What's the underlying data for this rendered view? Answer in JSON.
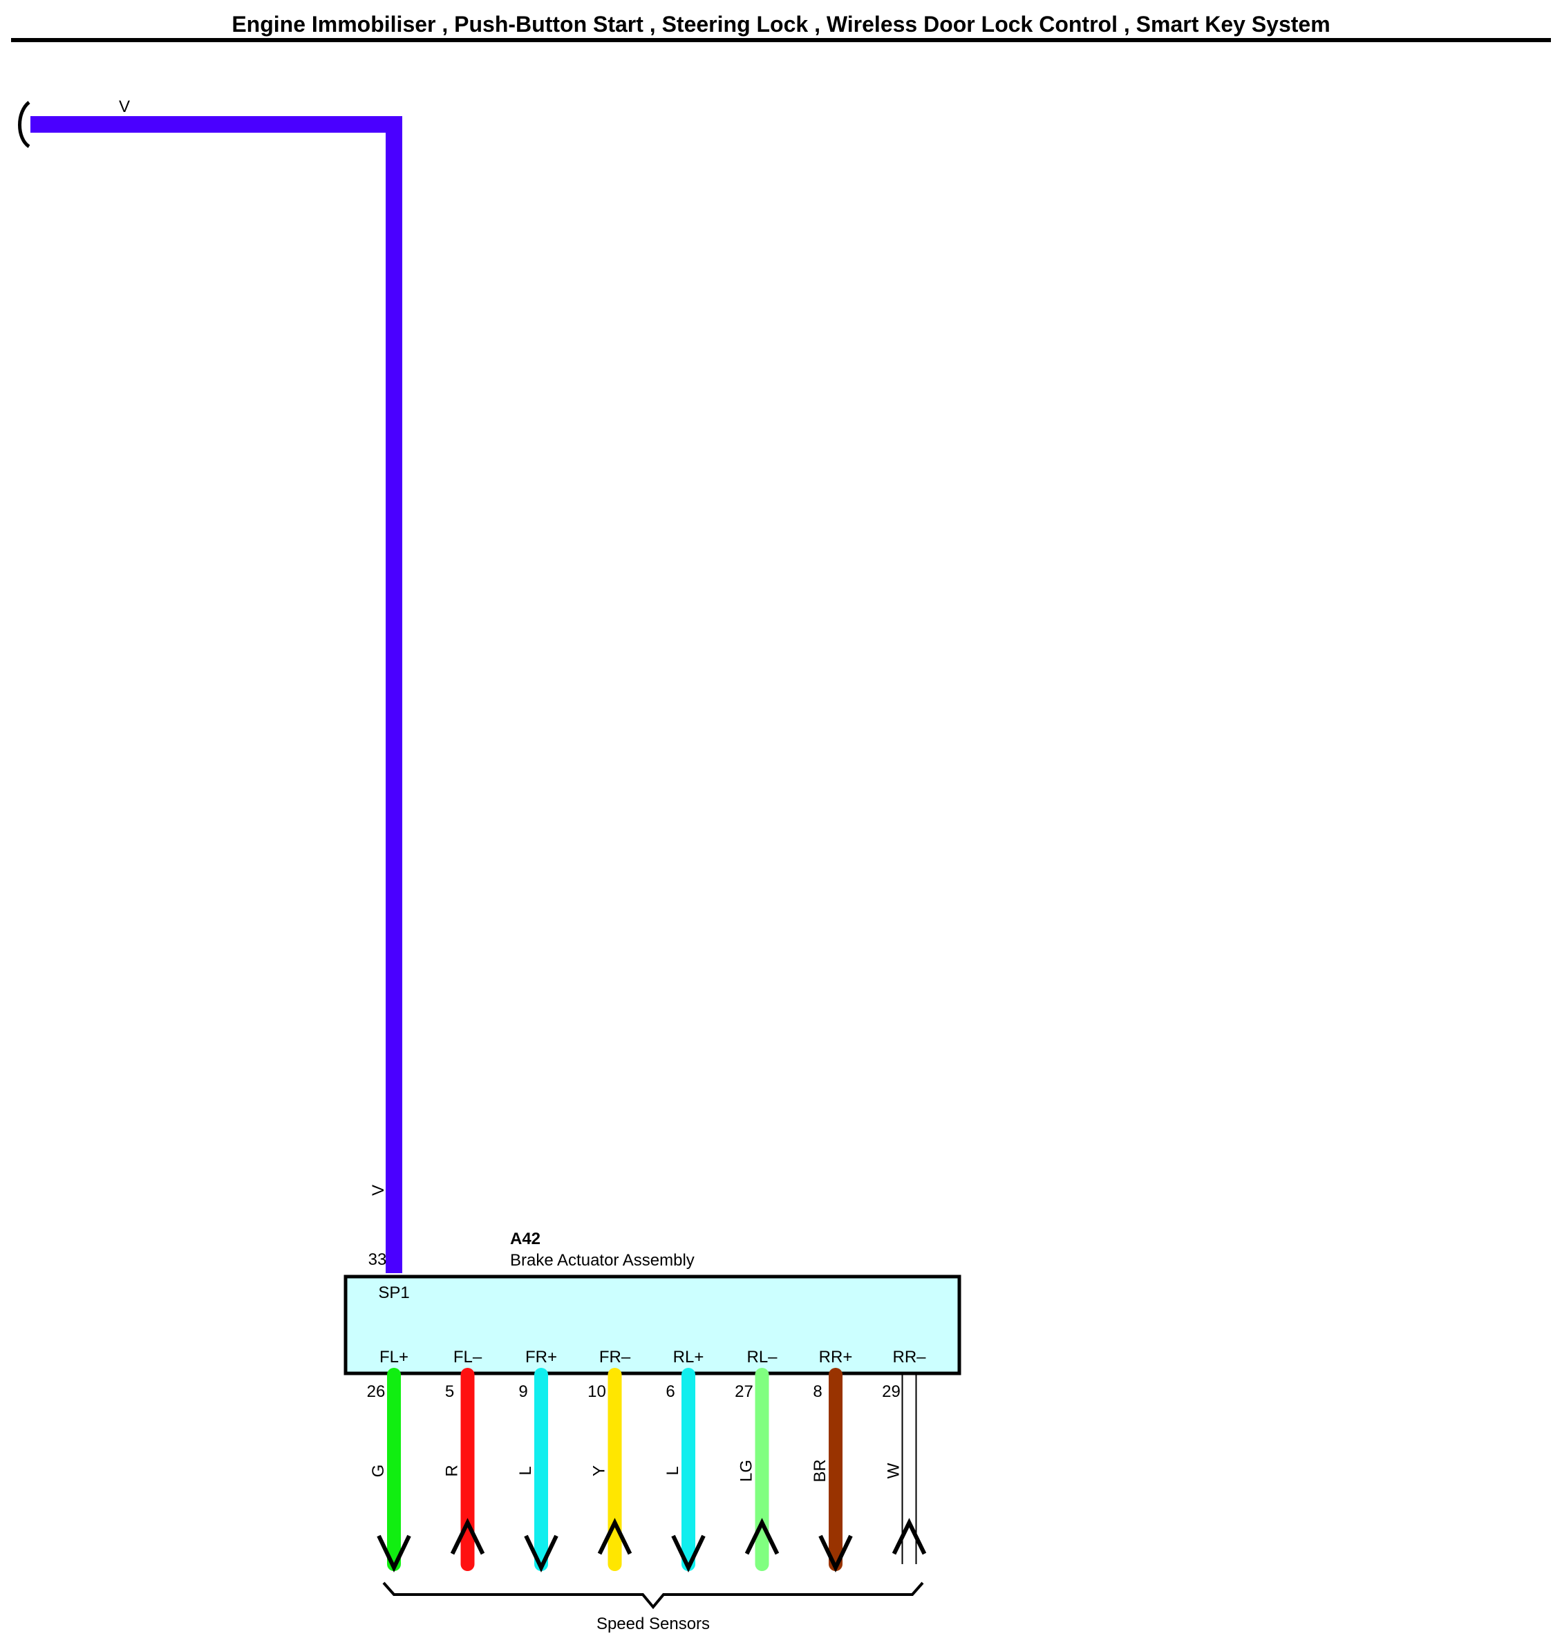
{
  "title": "Engine Immobiliser , Push-Button Start , Steering Lock , Wireless Door Lock Control , Smart Key System",
  "incoming_wire": {
    "color_code": "V",
    "color": "#4a00ff",
    "pin": "33",
    "terminal": "SP1"
  },
  "component": {
    "id": "A42",
    "name": "Brake Actuator Assembly",
    "fill": "#ccffff"
  },
  "terminals": [
    {
      "name": "FL+",
      "pin": "26",
      "wire": "G",
      "color": "#11ee11",
      "direction": "down"
    },
    {
      "name": "FL–",
      "pin": "5",
      "wire": "R",
      "color": "#ff1111",
      "direction": "up"
    },
    {
      "name": "FR+",
      "pin": "9",
      "wire": "L",
      "color": "#11eeee",
      "direction": "down"
    },
    {
      "name": "FR–",
      "pin": "10",
      "wire": "Y",
      "color": "#ffe600",
      "direction": "up"
    },
    {
      "name": "RL+",
      "pin": "6",
      "wire": "L",
      "color": "#11eeee",
      "direction": "down"
    },
    {
      "name": "RL–",
      "pin": "27",
      "wire": "LG",
      "color": "#80ff80",
      "direction": "up"
    },
    {
      "name": "RR+",
      "pin": "8",
      "wire": "BR",
      "color": "#993300",
      "direction": "down"
    },
    {
      "name": "RR–",
      "pin": "29",
      "wire": "W",
      "color": "#ffffff",
      "direction": "up"
    }
  ],
  "group_label": "Speed Sensors"
}
